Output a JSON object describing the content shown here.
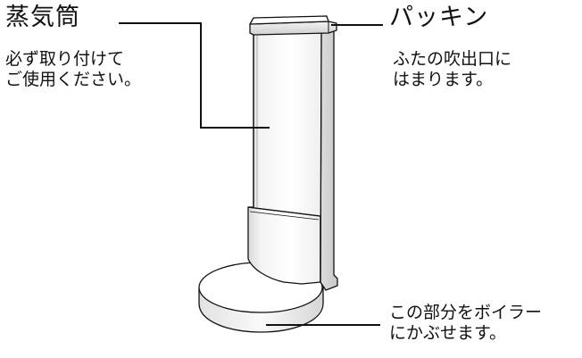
{
  "labels": {
    "steam_tube": {
      "title": "蒸気筒",
      "line1": "必ず取り付けて",
      "line2": "ご使用ください。"
    },
    "gasket": {
      "title": "パッキン",
      "line1": "ふたの吹出口に",
      "line2": "はまります。"
    },
    "base": {
      "line1": "この部分をボイラー",
      "line2": "にかぶせます。"
    }
  },
  "colors": {
    "line": "#111111",
    "background": "#ffffff",
    "shade_dark": "#d4d4d4",
    "shade_light": "#f7f7f7"
  }
}
